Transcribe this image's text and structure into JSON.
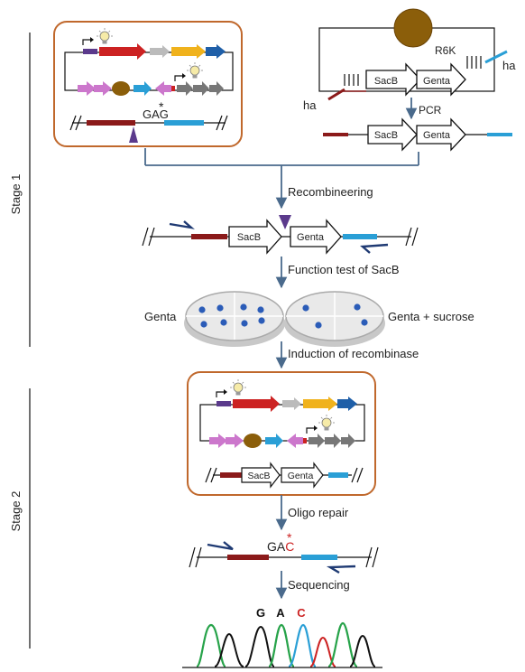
{
  "stages": {
    "stage1": "Stage 1",
    "stage2": "Stage 2"
  },
  "donor": {
    "plasmid_origin": "R6K",
    "homology_left": "ha",
    "homology_right": "ha",
    "gene1": "SacB",
    "gene2": "Genta"
  },
  "pcr": {
    "label": "PCR",
    "gene1": "SacB",
    "gene2": "Genta"
  },
  "target": {
    "codon": "GAG",
    "mark": "*"
  },
  "steps": {
    "recombineering": "Recombineering",
    "function_test": "Function test of SacB",
    "induction": "Induction of recombinase",
    "oligo_repair": "Oligo repair",
    "sequencing": "Sequencing"
  },
  "integrated": {
    "gene1": "SacB",
    "gene2": "Genta"
  },
  "stage2_box": {
    "gene1": "SacB",
    "gene2": "Genta"
  },
  "plates": {
    "left_label": "Genta",
    "right_label": "Genta + sucrose"
  },
  "repair": {
    "codon_prefix": "GA",
    "codon_changed": "C",
    "mark": "*"
  },
  "chromatogram": {
    "bases": [
      "G",
      "A",
      "C"
    ]
  },
  "colors": {
    "frame": "#c0682c",
    "arrow": "#4a6a8c",
    "darkred": "#8b1a1a",
    "blue": "#2a9fd6",
    "navy": "#1f3a73",
    "red": "#cc2222",
    "purple": "#5b3a8c",
    "brown": "#8b5e0a",
    "pink": "#cc77cc",
    "gray": "#777777",
    "yellow": "#f0b21c",
    "darkblue": "#1f5fa8",
    "green": "#27a34a"
  }
}
